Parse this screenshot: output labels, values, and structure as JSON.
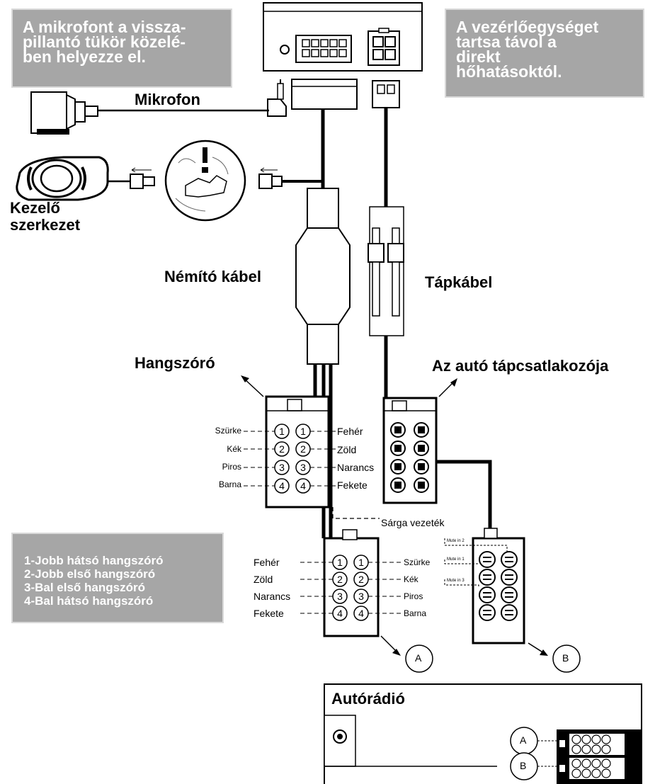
{
  "notes": {
    "mic_note": "A mikrofont a vissza-\npillantó tükör közelé-\nben helyezze el.",
    "unit_note": "A vezérlőegységet\ntartsa távol a\ndirekt\nhőhatásoktól.",
    "legend": "1-Jobb hátsó hangszóró\n2-Jobb első hangszóró\n3-Bal első hangszóró\n4-Bal hátsó hangszóró"
  },
  "labels": {
    "mikrofon": "Mikrofon",
    "kezelo": "Kezelő\nszerkezet",
    "nemito": "Némító kábel",
    "tapkabel": "Tápkábel",
    "hangszoro": "Hangszóró",
    "auto_tap": "Az autó tápcsatlakozója",
    "sarga": "Sárga vezeték",
    "autoradio": "Autórádió",
    "A": "A",
    "B": "B",
    "mute2": "Mute in 2",
    "mute1": "Mute in 1",
    "mute3": "Mute in 3"
  },
  "upper_connector": {
    "left": [
      "Szürke",
      "Kék",
      "Piros",
      "Barna"
    ],
    "right": [
      "Fehér",
      "Zöld",
      "Narancs",
      "Fekete"
    ],
    "pins": [
      "1",
      "2",
      "3",
      "4"
    ]
  },
  "lower_connector": {
    "left": [
      "Fehér",
      "Zöld",
      "Narancs",
      "Fekete"
    ],
    "right": [
      "Szürke",
      "Kék",
      "Piros",
      "Barna"
    ],
    "pins": [
      "1",
      "2",
      "3",
      "4"
    ]
  }
}
